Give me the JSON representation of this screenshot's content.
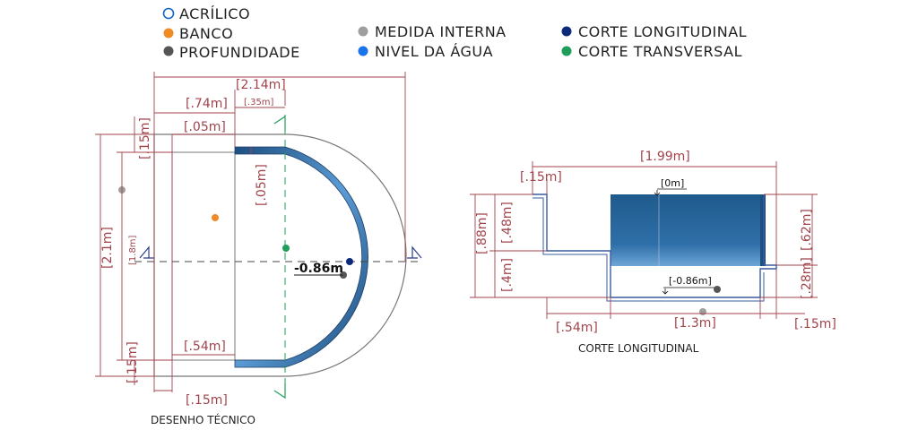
{
  "colors": {
    "acrylic": "#1565c0",
    "bench": "#f08a24",
    "depth": "#555555",
    "internal": "#9e9e9e",
    "long_cut": "#0d2a7a",
    "water": "#1a73e8",
    "trans_cut": "#1e9e5a",
    "dimension": "#a0444c"
  },
  "legend": [
    {
      "icon": "ring-icon",
      "label": "ACRÍLICO"
    },
    {
      "icon": "orange-dot-icon",
      "label": "BANCO"
    },
    {
      "icon": "dark-dot-icon",
      "label": "PROFUNDIDADE"
    },
    {
      "icon": "grey-dot-icon",
      "label": "MEDIDA INTERNA"
    },
    {
      "icon": "blue-dot-icon",
      "label": "NIVEL DA ÁGUA"
    },
    {
      "icon": "navy-dot-icon",
      "label": "CORTE LONGITUDINAL"
    },
    {
      "icon": "green-dot-icon",
      "label": "CORTE TRANSVERSAL"
    }
  ],
  "plan": {
    "caption": "DESENHO TÉCNICO",
    "dims": {
      "total_width": "[2.14m]",
      "bench_width": "[.74m]",
      "step_gap": "[.35m]",
      "wall_top": "[.05m]",
      "wall_left_top": "[.15m]",
      "acrylic_thickness": "[.05m]",
      "total_height": "[2.1m]",
      "inner_height": "[1.8m]",
      "bench_bottom": "[.54m]",
      "wall_left_bottom": "[.15m]",
      "wall_bottom": "[.15m]"
    },
    "depth_label": "-0.86m"
  },
  "section": {
    "caption": "CORTE LONGITUDINAL",
    "dims": {
      "total_width": "[1.99m]",
      "top_wall": "[.15m]",
      "total_depth": "[.88m]",
      "upper_depth": "[.48m]",
      "lower_depth": "[.4m]",
      "right_upper": "[.62m]",
      "right_lower": "[.28m]",
      "bench_width": "[.54m]",
      "pool_width": "[1.3m]",
      "right_wall": "[.15m]"
    },
    "level_top": "[0m]",
    "level_bottom": "[-0.86m]"
  }
}
